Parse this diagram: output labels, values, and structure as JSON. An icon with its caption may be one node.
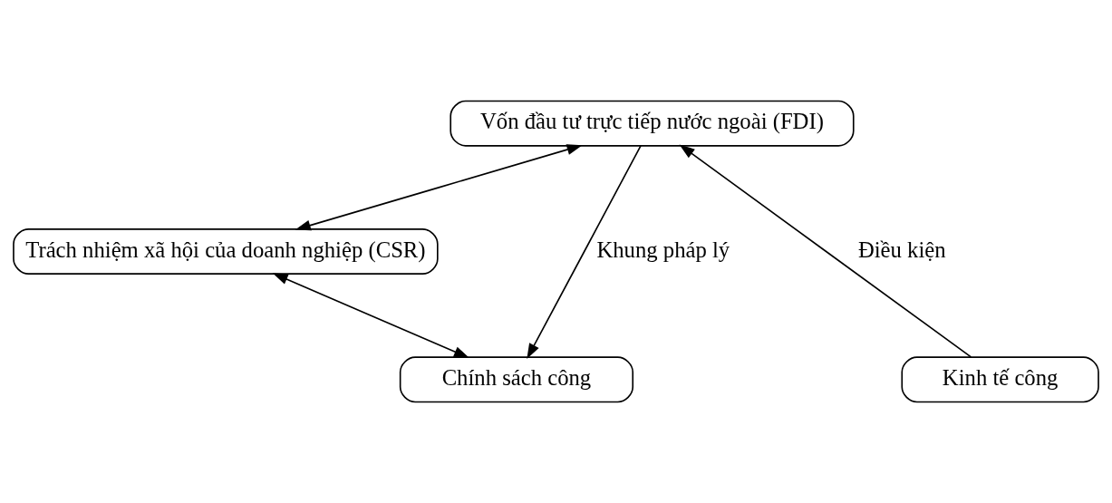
{
  "diagram": {
    "nodes": [
      {
        "text": [
          "Vốn đầu tư trực tiếp nước ngoài (FDI)"
        ]
      },
      {
        "text": [
          "Trách nhiệm xã hội của doanh nghiệp (CSR)"
        ]
      },
      {
        "text": [
          "Chính sách công"
        ]
      },
      {
        "text": [
          "Kinh tế công"
        ]
      }
    ],
    "edges": [
      {
        "from": 0,
        "to": 2,
        "arrow": "to",
        "label": "Khung pháp lý"
      },
      {
        "from": 0,
        "to": 1,
        "arrow": "both"
      },
      {
        "from": 3,
        "to": 0,
        "arrow": "to",
        "label": "Điều kiện"
      },
      {
        "from": 1,
        "to": 2,
        "arrow": "both"
      }
    ]
  }
}
